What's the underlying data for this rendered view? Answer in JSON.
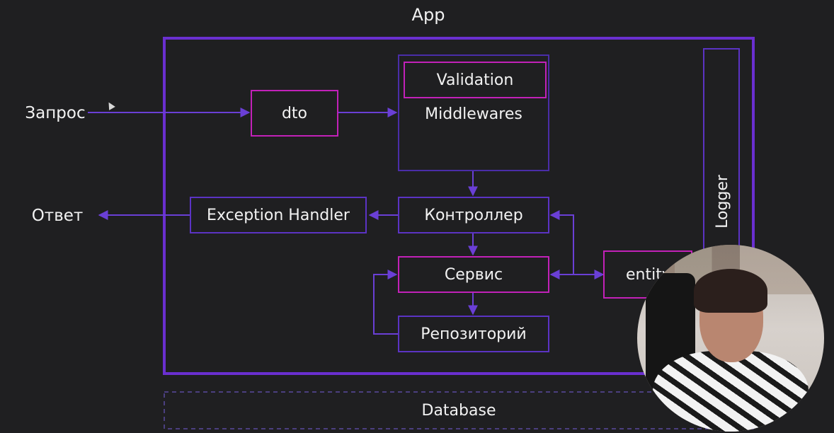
{
  "diagram": {
    "title": "App",
    "request_label": "Запрос",
    "response_label": "Ответ",
    "nodes": {
      "dto": "dto",
      "validation": "Validation",
      "middlewares": "Middlewares",
      "exception_handler": "Exception Handler",
      "controller": "Контроллер",
      "service": "Сервис",
      "repository": "Репозиторий",
      "entity": "entity",
      "logger": "Logger",
      "database": "Database"
    }
  },
  "colors": {
    "background": "#1f1f21",
    "app_border": "#6a2fd0",
    "box_violet": "#5b33c4",
    "box_magenta": "#c221b8",
    "arrow": "#6a3fd6",
    "database_border": "#5a4aa0"
  }
}
